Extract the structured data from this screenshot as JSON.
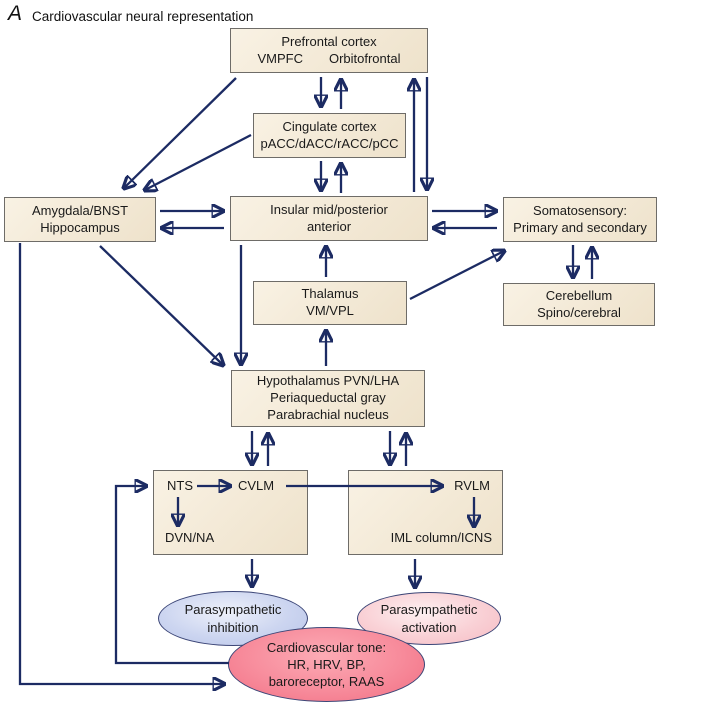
{
  "title": {
    "panel": "A",
    "text": "Cardiovascular neural representation"
  },
  "nodes": {
    "prefrontal": {
      "title": "Prefrontal cortex",
      "left": "VMPFC",
      "right": "Orbitofrontal"
    },
    "cingulate": {
      "l1": "Cingulate cortex",
      "l2": "pACC/dACC/rACC/pCC"
    },
    "amygdala": {
      "l1": "Amygdala/BNST",
      "l2": "Hippocampus"
    },
    "insular": {
      "l1": "Insular mid/posterior",
      "l2": "anterior"
    },
    "somatosensory": {
      "l1": "Somatosensory:",
      "l2": "Primary and secondary"
    },
    "thalamus": {
      "l1": "Thalamus",
      "l2": "VM/VPL"
    },
    "cerebellum": {
      "l1": "Cerebellum",
      "l2": "Spino/cerebral"
    },
    "hypothalamus": {
      "l1": "Hypothalamus PVN/LHA",
      "l2": "Periaqueductal gray",
      "l3": "Parabrachial nucleus"
    },
    "brainstem_left": {
      "nts": "NTS",
      "cvlm": "CVLM",
      "dvn": "DVN/NA"
    },
    "brainstem_right": {
      "rvlm": "RVLM",
      "iml": "IML column/ICNS"
    },
    "parasympathetic_inhibition": {
      "l1": "Parasympathetic",
      "l2": "inhibition"
    },
    "parasympathetic_activation": {
      "l1": "Parasympathetic",
      "l2": "activation"
    },
    "cardiovascular_tone": {
      "l1": "Cardiovascular tone:",
      "l2": "HR, HRV, BP,",
      "l3": "baroreceptor, RAAS"
    }
  },
  "edges": [
    "prefrontal <-> cingulate",
    "cingulate <-> insular",
    "prefrontal <-> insular (right-side long pair)",
    "prefrontal -> amygdala",
    "cingulate -> amygdala",
    "amygdala <-> insular",
    "insular <-> somatosensory",
    "somatosensory <-> cerebellum",
    "thalamus -> insular",
    "thalamus -> somatosensory",
    "hypothalamus -> thalamus",
    "insular -> hypothalamus",
    "amygdala -> hypothalamus",
    "hypothalamus <-> brainstem-left (NTS/CVLM/DVN-NA)",
    "hypothalamus <-> brainstem-right (RVLM/IML)",
    "NTS -> CVLM",
    "CVLM -> RVLM",
    "NTS -> DVN/NA",
    "RVLM -> IML column/ICNS",
    "brainstem-left -> parasympathetic inhibition",
    "brainstem-right -> parasympathetic activation",
    "cardiovascular tone -> NTS (feedback loop)",
    "amygdala -> cardiovascular tone (feedback loop)"
  ],
  "colors": {
    "arrow": "#1c2b63",
    "box_fill": "#f4ebd8",
    "box_border": "#6e6c68",
    "inhibition_fill": "#c9d2ee",
    "activation_fill": "#f8cdd3",
    "cardio_fill": "#f47c90",
    "ellipse_border": "#3c4677",
    "background": "#ffffff"
  }
}
